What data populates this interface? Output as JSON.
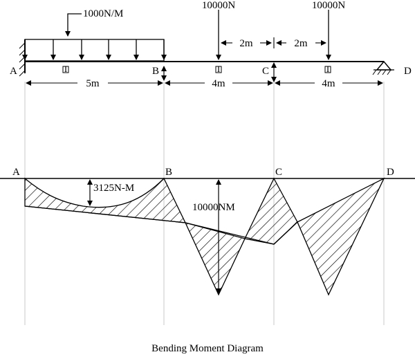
{
  "beam": {
    "support_labels": [
      "A",
      "B",
      "C",
      "D"
    ],
    "udl_label": "1000N/M",
    "point_loads": [
      "10000N",
      "10000N"
    ],
    "spacing_labels": [
      "2m",
      "2m"
    ],
    "span_labels": [
      "5m",
      "4m",
      "4m"
    ],
    "hinge_marks": [
      "I",
      "I",
      "I"
    ]
  },
  "bmd": {
    "point_labels": [
      "A",
      "B",
      "C",
      "D"
    ],
    "annotations": {
      "udl_moment": "3125N-M",
      "point_moment": "10000NM"
    }
  },
  "caption": "Bending Moment Diagram"
}
